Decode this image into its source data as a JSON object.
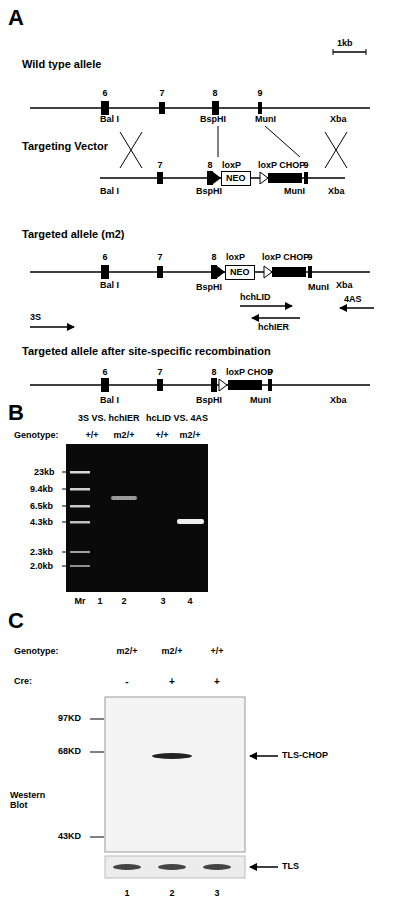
{
  "diagram": {
    "nodes": [
      {
        "text": [
          "NEO"
        ]
      },
      {
        "text": [
          "NEO"
        ]
      }
    ],
    "labels": [
      "A",
      "Wild type allele",
      "1kb",
      "6",
      "7",
      "8",
      "9",
      "Bal I",
      "BspHI",
      "MunI",
      "Xba",
      "Targeting Vector",
      "7",
      "8",
      "loxP",
      "loxP CHOP",
      "9",
      "Bal I",
      "BspHI",
      "MunI",
      "Xba",
      "Targeted allele (m2)",
      "6",
      "7",
      "8",
      "loxP",
      "loxP CHOP",
      "9",
      "Bal I",
      "BspHI",
      "MunI",
      "Xba",
      "hchLID",
      "hchIER",
      "3S",
      "4AS",
      "Targeted allele after site-specific recombination",
      "6",
      "7",
      "8",
      "loxP CHOP",
      "9",
      "Bal I",
      "BspHI",
      "MunI",
      "Xba",
      "B",
      "3S VS. hchIER",
      "hcLID VS. 4AS",
      "Genotype:",
      "+/+",
      "m2/+",
      "+/+",
      "m2/+",
      "23kb",
      "9.4kb",
      "6.5kb",
      "4.3kb",
      "2.3kb",
      "2.0kb",
      "Mr",
      "1",
      "2",
      "3",
      "4",
      "C",
      "Genotype:",
      "m2/+",
      "m2/+",
      "+/+",
      "Cre:",
      "-",
      "+",
      "+",
      "97KD",
      "68KD",
      "43KD",
      "Western Blot",
      "TLS-CHOP",
      "TLS",
      "1",
      "2",
      "3"
    ]
  }
}
